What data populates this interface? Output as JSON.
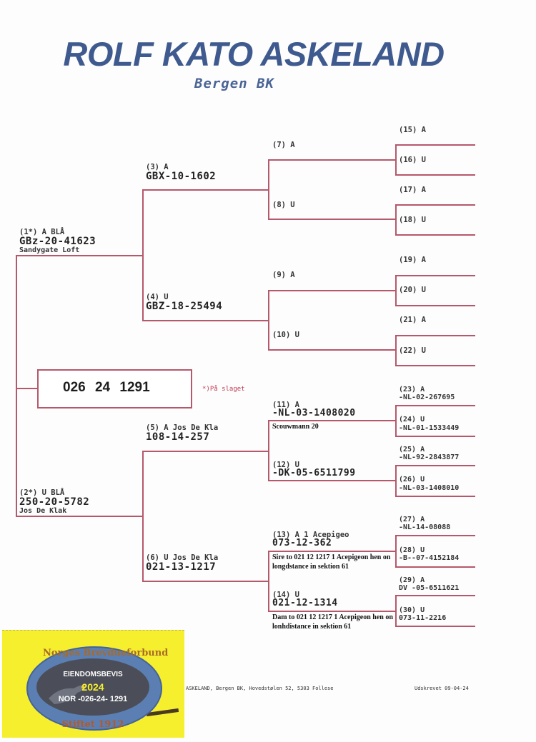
{
  "header": {
    "owner": "ROLF KATO ASKELAND",
    "club": "Bergen BK"
  },
  "main_bird": {
    "ring": "026 24 1291",
    "note": "*)På slaget"
  },
  "birds": {
    "b1": {
      "label": "(1*) A BLÅ",
      "ring": "GBz-20-41623",
      "sub": "Sandygate Loft"
    },
    "b2": {
      "label": "(2*) U BLÅ",
      "ring": "250-20-5782",
      "sub": "Jos De Klak"
    },
    "b3": {
      "label": "(3) A",
      "ring": "GBX-10-1602"
    },
    "b4": {
      "label": "(4) U",
      "ring": "GBZ-18-25494"
    },
    "b5": {
      "label": "(5) A Jos De Kla",
      "ring": "108-14-257"
    },
    "b6": {
      "label": "(6) U Jos De Kla",
      "ring": "021-13-1217"
    },
    "b7": {
      "label": "(7) A"
    },
    "b8": {
      "label": "(8) U"
    },
    "b9": {
      "label": "(9) A"
    },
    "b10": {
      "label": "(10) U"
    },
    "b11": {
      "label": "(11) A",
      "ring": "-NL-03-1408020",
      "note": "Scouwmann 20"
    },
    "b12": {
      "label": "(12) U",
      "ring": "-DK-05-6511799"
    },
    "b13": {
      "label": "(13) A 1 Acepigeo",
      "ring": "073-12-362",
      "note1": "Sire to 021 12 1217 1 Acepigeon hen on",
      "note2": "longdstance in sektion 61"
    },
    "b14": {
      "label": "(14) U",
      "ring": "021-12-1314",
      "note1": "Dam to 021 12 1217 1 Acepigeon hen on",
      "note2": "lonhdistance in sektion 61"
    },
    "b15": {
      "label": "(15) A"
    },
    "b16": {
      "label": "(16) U"
    },
    "b17": {
      "label": "(17) A"
    },
    "b18": {
      "label": "(18) U"
    },
    "b19": {
      "label": "(19) A"
    },
    "b20": {
      "label": "(20) U"
    },
    "b21": {
      "label": "(21) A"
    },
    "b22": {
      "label": "(22) U"
    },
    "b23": {
      "label": "(23) A",
      "ring": "-NL-02-267695"
    },
    "b24": {
      "label": "(24) U",
      "ring": "-NL-01-1533449"
    },
    "b25": {
      "label": "(25) A",
      "ring": "-NL-92-2843877"
    },
    "b26": {
      "label": "(26) U",
      "ring": "-NL-03-1408010"
    },
    "b27": {
      "label": "(27) A",
      "ring": "-NL-14-08088"
    },
    "b28": {
      "label": "(28) U",
      "ring": "-B--07-4152184"
    },
    "b29": {
      "label": "(29) A",
      "ring": "DV -05-6511621"
    },
    "b30": {
      "label": "(30) U",
      "ring": "073-11-2216"
    }
  },
  "footer": {
    "address": "ASKELAND, Bergen BK, Hovedstølen 52, 5303 Follese",
    "printed": "Udskrevet 09-04-24"
  },
  "stamp": {
    "org": "Norges Brevdueforbund",
    "title": "EIENDOMSBEVIS",
    "year": "2024",
    "ring": "NOR -026-24- 1291",
    "founded": "Stiftet 1912"
  },
  "colors": {
    "title": "#3f5a8e",
    "lines": "#b5586b",
    "stamp_bg": "#f6ef2e",
    "badge": "#5b7fb3"
  }
}
